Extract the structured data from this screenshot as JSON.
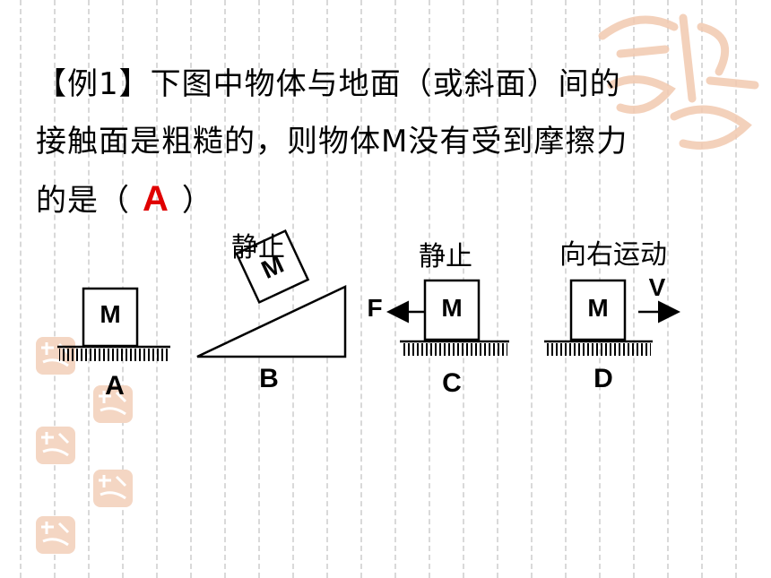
{
  "question": {
    "line1": "【例1】下图中物体与地面（或斜面）间的",
    "line2": "接触面是粗糙的，则物体M没有受到摩擦力",
    "line3_prefix": "的是（",
    "answer": "A",
    "line3_suffix": "）"
  },
  "diagrams": {
    "block_label": "M",
    "a": {
      "caption": "A"
    },
    "b": {
      "caption": "B",
      "state": "静止"
    },
    "c": {
      "caption": "C",
      "state": "静止",
      "force_label": "F"
    },
    "d": {
      "caption": "D",
      "state": "向右运动",
      "velocity_label": "V"
    }
  },
  "colors": {
    "answer": "#e00000",
    "stamp": "#f2c9b0"
  }
}
